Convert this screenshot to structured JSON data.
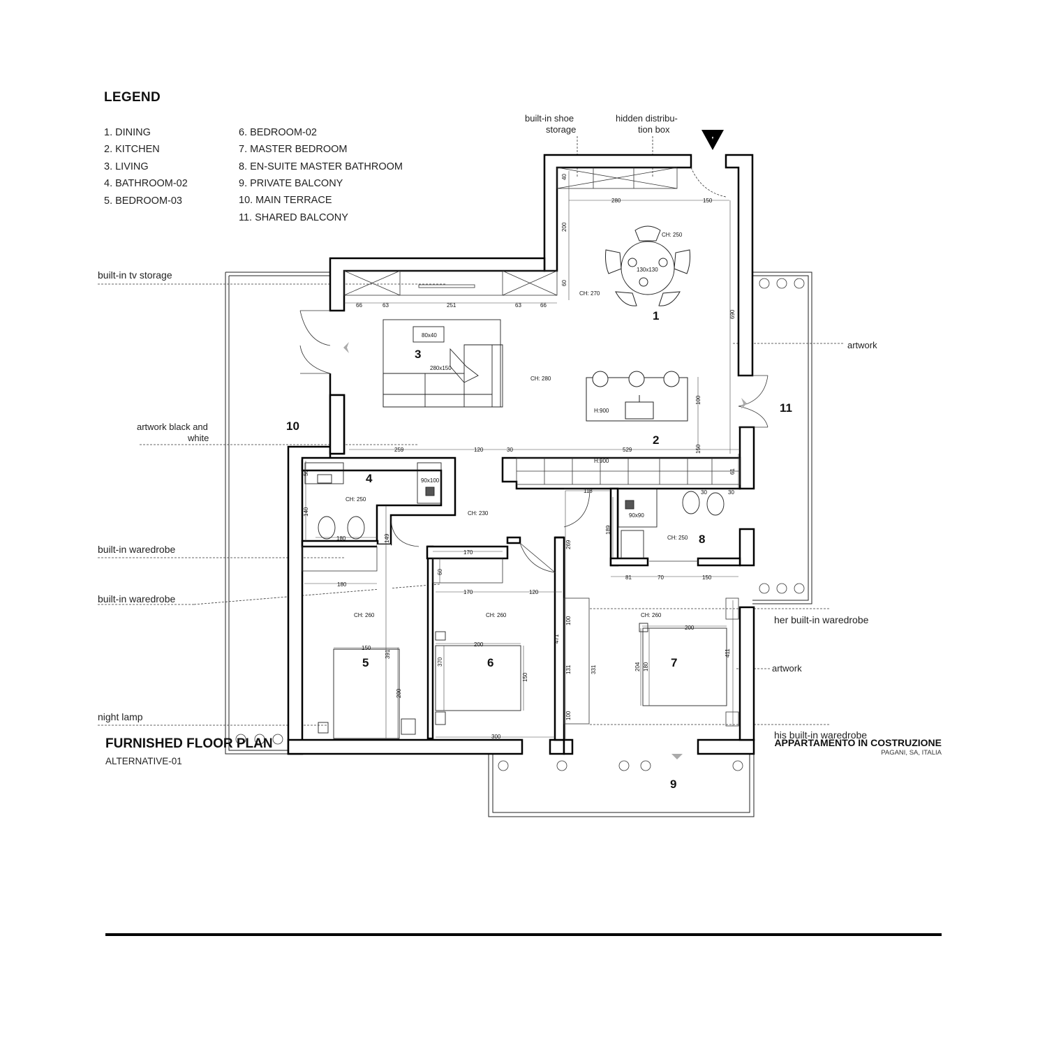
{
  "legend": {
    "title": "LEGEND",
    "items": [
      "1. DINING",
      "2. KITCHEN",
      "3. LIVING",
      "4. BATHROOM-02",
      "5. BEDROOM-03",
      "6. BEDROOM-02",
      "7. MASTER BEDROOM",
      "8. EN-SUITE MASTER BATHROOM",
      "9. PRIVATE BALCONY",
      "10. MAIN TERRACE",
      "11. SHARED BALCONY"
    ]
  },
  "callouts": {
    "shoe_storage_1": "built-in shoe",
    "shoe_storage_2": "storage",
    "distribution_box_1": "hidden distribu-",
    "distribution_box_2": "tion box",
    "tv_storage": "built-in tv storage",
    "artwork_right": "artwork",
    "artwork_bw_1": "artwork black and",
    "artwork_bw_2": "white",
    "wardrobe_1": "built-in waredrobe",
    "wardrobe_2": "built-in waredrobe",
    "night_lamp": "night lamp",
    "her_wardrobe": "her built-in waredrobe",
    "artwork_master": "artwork",
    "his_wardrobe": "his built-in waredrobe"
  },
  "room_numbers": [
    "1",
    "2",
    "3",
    "4",
    "5",
    "6",
    "7",
    "8",
    "9",
    "10",
    "11"
  ],
  "ceiling_heights": {
    "dining_a": "CH: 250",
    "dining_b": "CH: 270",
    "living": "CH: 280",
    "bath02": "CH: 250",
    "hall": "CH: 230",
    "bed03": "CH: 260",
    "bed02": "CH: 260",
    "master": "CH: 260",
    "ensuite": "CH: 250"
  },
  "furniture_labels": {
    "table": "130x130",
    "tv": "80x40",
    "rug": "280x150",
    "island": "H:900",
    "counter": "H:900",
    "shower_bath": "90x100",
    "shower_ensuite": "90x90"
  },
  "dimensions": {
    "d280": "280",
    "d150_top": "150",
    "d40": "40",
    "d200_entry": "200",
    "d60_tv": "60",
    "d66a": "66",
    "d63a": "63",
    "d251": "251",
    "d63b": "63",
    "d66b": "66",
    "d690": "690",
    "d100_island": "100",
    "d150_kit": "150",
    "d259": "259",
    "d120a": "120",
    "d30": "30",
    "d529": "529",
    "d50": "50",
    "d140": "140",
    "d180_bath": "180",
    "d149": "149",
    "d118": "118",
    "d189": "189",
    "d30a": "30",
    "d30b": "30",
    "d61": "61",
    "d81": "81",
    "d70": "70",
    "d150_ens": "150",
    "d180_ward": "180",
    "d170a": "170",
    "d60_ward": "60",
    "d170b": "170",
    "d120b": "120",
    "d150_bed5": "150",
    "d391": "391",
    "d200_bed5": "200",
    "d200_bed6": "200",
    "d370": "370",
    "d150_bed6": "150",
    "d300": "300",
    "d269": "269",
    "d471": "471",
    "d100a": "100",
    "d131": "131",
    "d331": "331",
    "d100b": "100",
    "d200_bed7": "200",
    "d204": "204",
    "d180_bed7": "180",
    "d411": "411"
  },
  "footer": {
    "title": "FURNISHED FLOOR PLAN",
    "subtitle": "ALTERNATIVE-01",
    "project": "APPARTAMENTO IN COSTRUZIONE",
    "location": "PAGANI, SA, ITALIA"
  }
}
